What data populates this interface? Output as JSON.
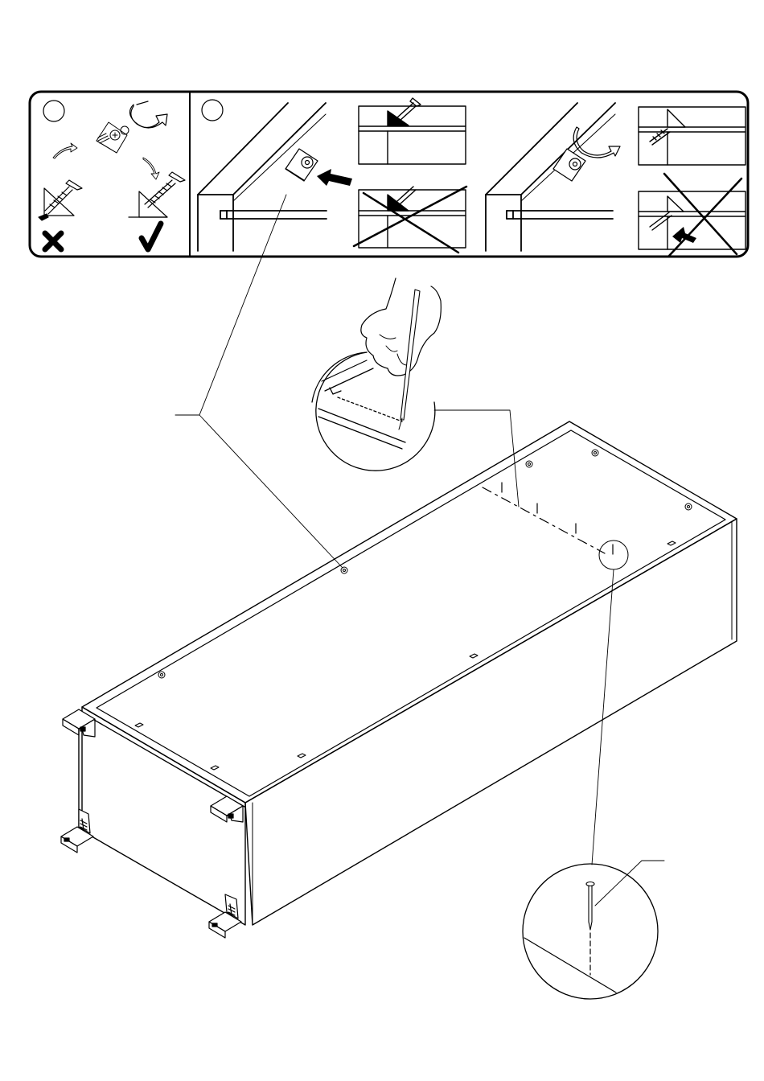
{
  "page": {
    "background": "#ffffff",
    "ink": "#000000"
  },
  "instruction_panel": {
    "step_markers": [
      "",
      ""
    ],
    "correct_symbol": "check-icon",
    "wrong_symbol": "x-icon"
  },
  "main_figure": {
    "subject": "cabinet-carcass-top-view",
    "callouts": [
      "pencil-marking-detail",
      "nail-detail"
    ]
  }
}
